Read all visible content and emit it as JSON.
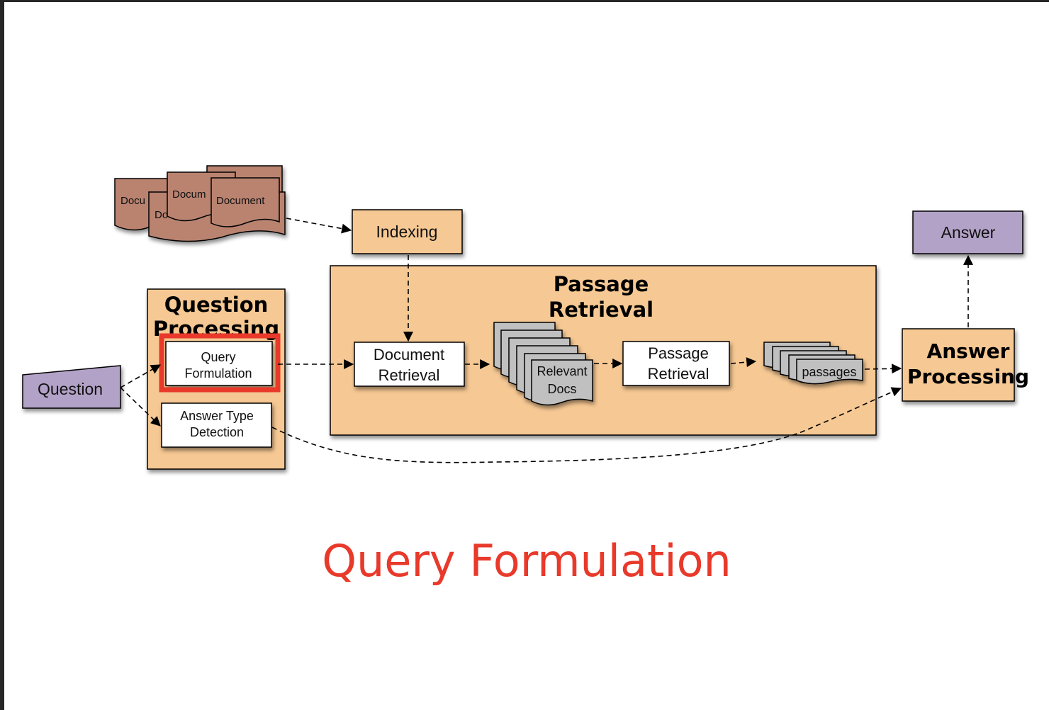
{
  "slide": {
    "title": "Query Formulation",
    "title_color": "#e8392a"
  },
  "colors": {
    "orange_fill": "#f6c893",
    "purple_fill": "#b3a2c7",
    "document_fill": "#b98370",
    "stack_fill": "#c0c0c0",
    "highlight": "#e8392a"
  },
  "diagram": {
    "documents": {
      "labels": [
        "Docu",
        "Do",
        "Docum",
        "Document"
      ]
    },
    "indexing": {
      "label": "Indexing"
    },
    "question": {
      "label": "Question"
    },
    "question_processing": {
      "title_line1": "Question",
      "title_line2": "Processing",
      "query_formulation": {
        "line1": "Query",
        "line2": "Formulation",
        "highlighted": true
      },
      "answer_type_detection": {
        "line1": "Answer Type",
        "line2": "Detection"
      }
    },
    "passage_retrieval_group": {
      "title_line1": "Passage",
      "title_line2": "Retrieval",
      "document_retrieval": {
        "line1": "Document",
        "line2": "Retrieval"
      },
      "relevant_docs": {
        "line1": "Relevant",
        "line2": "Docs"
      },
      "passage_retrieval": {
        "line1": "Passage",
        "line2": "Retrieval"
      },
      "passages": {
        "label": "passages"
      }
    },
    "answer_processing": {
      "line1": "Answer",
      "line2": "Processing"
    },
    "answer": {
      "label": "Answer"
    }
  }
}
